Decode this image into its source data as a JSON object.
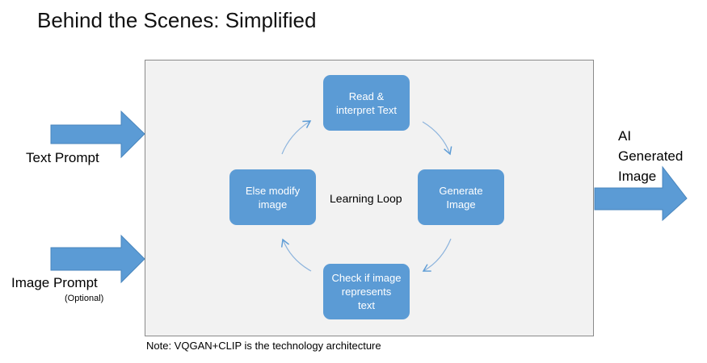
{
  "title": "Behind the Scenes: Simplified",
  "inputs": {
    "text_prompt": "Text Prompt",
    "image_prompt": "Image Prompt",
    "image_prompt_note": "(Optional)"
  },
  "output": {
    "line1": "AI",
    "line2": "Generated",
    "line3": "Image"
  },
  "loop": {
    "center_label": "Learning Loop",
    "steps": [
      {
        "line1": "Read &",
        "line2": "interpret Text"
      },
      {
        "line1": "Generate",
        "line2": "Image"
      },
      {
        "line1": "Check if image",
        "line2": "represents",
        "line3": "text"
      },
      {
        "line1": "Else modify",
        "line2": "image"
      }
    ]
  },
  "note": "Note: VQGAN+CLIP is the technology architecture",
  "colors": {
    "box": "#5b9bd5",
    "frame_bg": "#f2f2f2"
  }
}
